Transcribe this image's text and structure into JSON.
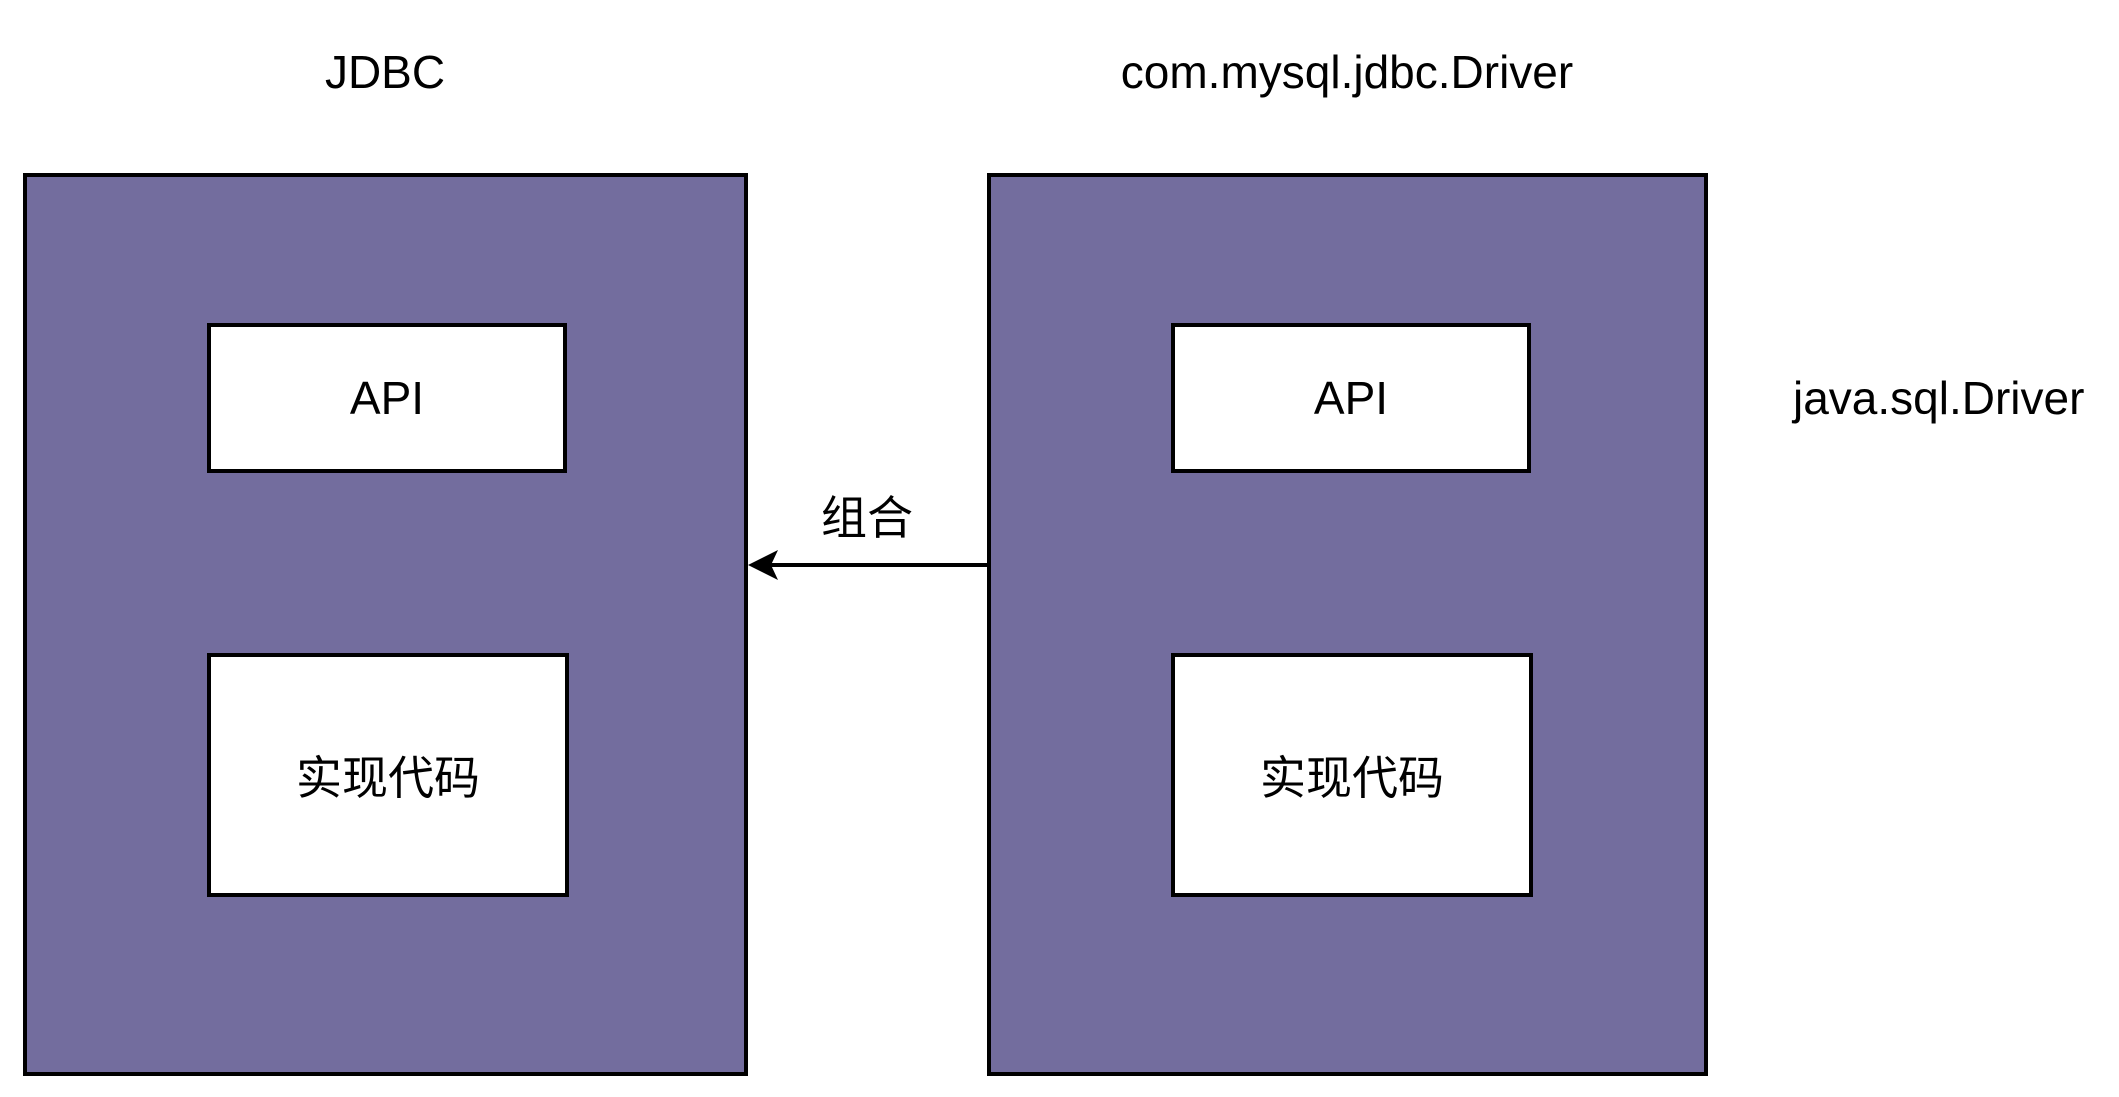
{
  "jdbc_container": {
    "title": "JDBC",
    "api_box_label": "API",
    "impl_box_label": "实现代码"
  },
  "driver_container": {
    "title": "com.mysql.jdbc.Driver",
    "api_box_label": "API",
    "impl_box_label": "实现代码"
  },
  "relation": {
    "arrow_label": "组合"
  },
  "annotation": {
    "interface_label": "java.sql.Driver"
  },
  "colors": {
    "container_fill": "#736D9E",
    "container_border": "#000000",
    "inner_box_fill": "#FFFFFF",
    "inner_box_border": "#000000",
    "arrow": "#000000",
    "text": "#000000"
  }
}
